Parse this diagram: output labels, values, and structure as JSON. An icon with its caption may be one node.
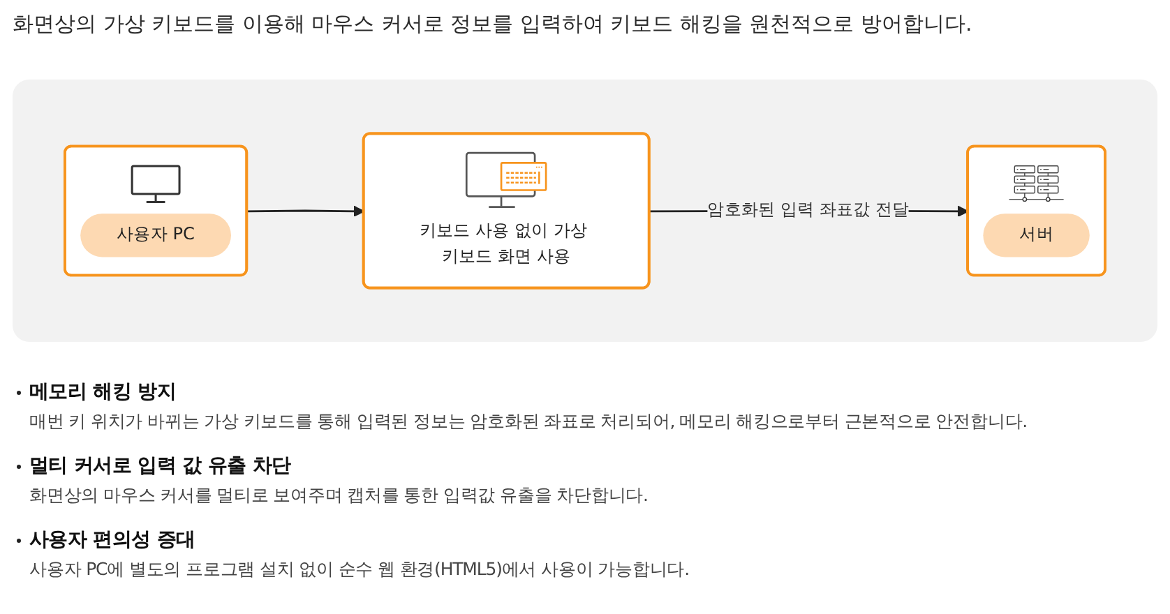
{
  "diagram": {
    "title": "화면상의 가상 키보드를 이용해 마우스 커서로 정보를 입력하여 키보드 해킹을 원천적으로 방어합니다.",
    "nodes": [
      {
        "text": [
          "사용자 PC"
        ]
      },
      {
        "text": [
          "키보드 사용 없이 가상 키보드 화면 사용"
        ]
      },
      {
        "text": [
          "서버"
        ]
      }
    ],
    "edges": [
      {
        "from": 0,
        "to": 1,
        "arrow": "to"
      },
      {
        "from": 1,
        "to": 2,
        "arrow": "to",
        "label": "암호화된 입력 좌표값 전달"
      }
    ],
    "labels": [
      "메모리 해킹 방지",
      "매번 키 위치가 바뀌는 가상 키보드를 통해 입력된 정보는 암호화된 좌표로 처리되어, 메모리 해킹으로부터 근본적으로 안전합니다.",
      "멀티 커서로 입력 값 유출 차단",
      "화면상의 마우스 커서를 멀티로 보여주며 캡처를 통한 입력값 유출을 차단합니다.",
      "사용자 편의성 증대",
      "사용자 PC에 별도의 프로그램 설치 없이 순수 웹 환경(HTML5)에서 사용이 가능합니다."
    ]
  }
}
